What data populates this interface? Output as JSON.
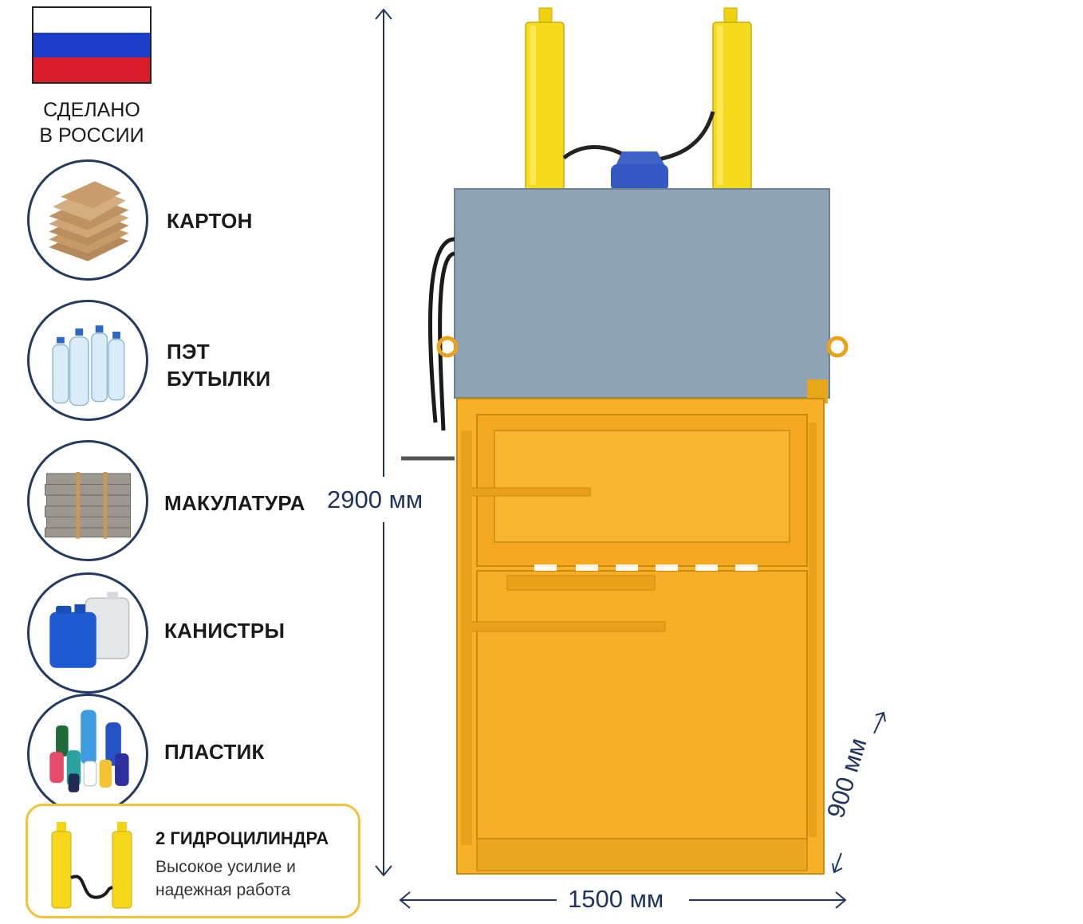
{
  "badge": {
    "made_line1": "СДЕЛАНО",
    "made_line2": "В РОССИИ",
    "flag_colors": [
      "#ffffff",
      "#1c3ec8",
      "#d81e2a"
    ]
  },
  "materials": [
    {
      "label": "КАРТОН",
      "icon": "cardboard-icon"
    },
    {
      "label": "ПЭТ",
      "label2": "БУТЫЛКИ",
      "icon": "pet-bottles-icon"
    },
    {
      "label": "МАКУЛАТУРА",
      "icon": "wastepaper-icon"
    },
    {
      "label": "КАНИСТРЫ",
      "icon": "canisters-icon"
    },
    {
      "label": "ПЛАСТИК",
      "icon": "plastic-icon"
    }
  ],
  "feature": {
    "title": "2 ГИДРОЦИЛИНДРА",
    "text": "Высокое усилие и надежная работа",
    "icon": "hydraulic-cylinders-icon"
  },
  "dimensions": {
    "height": "2900 мм",
    "width": "1500 мм",
    "depth": "900 мм"
  },
  "colors": {
    "accent": "#f5c233",
    "machine_body": "#f6b128",
    "machine_top": "#8fa3b6",
    "dimension": "#1f3560",
    "circle_border": "#243a63"
  }
}
